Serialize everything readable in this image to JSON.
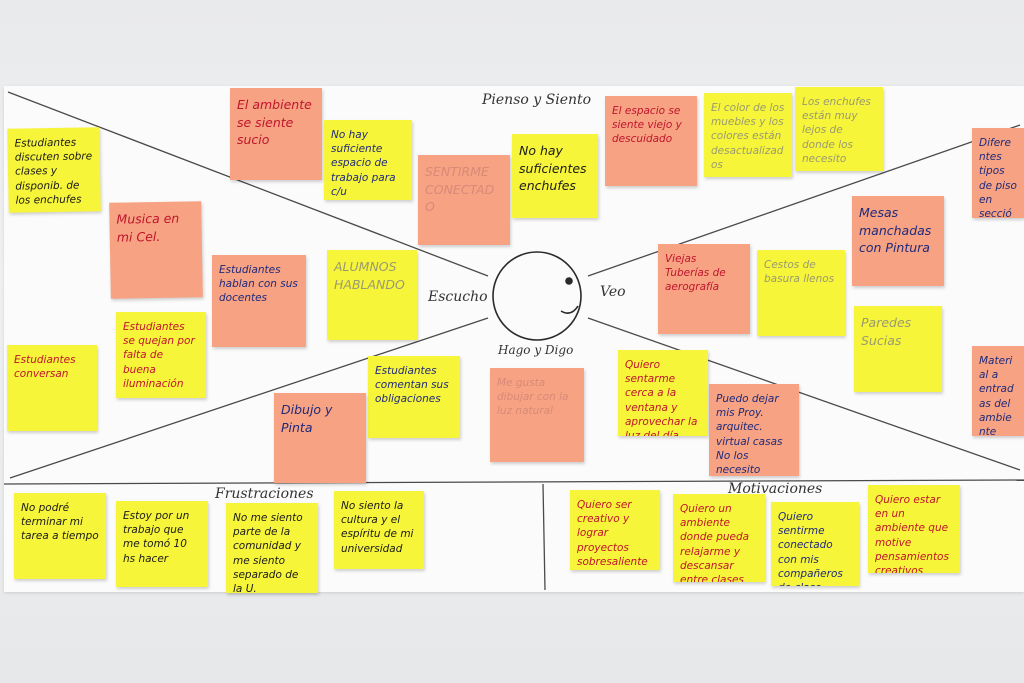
{
  "board": {
    "labels": {
      "think_feel": "Pienso y Siento",
      "hear": "Escucho",
      "see": "Veo",
      "say_do": "Hago y Digo",
      "frustrations": "Frustraciones",
      "motivations": "Motivaciones"
    },
    "colors": {
      "yellow_note": "#f7f53a",
      "orange_note": "#f6a283",
      "board": "#fbfbfb",
      "ink_black": "#1b1b1b",
      "ink_blue": "#1f2a7a",
      "ink_red": "#c0152c"
    }
  },
  "notes": {
    "n01": "Estudiantes discuten sobre clases y disponib. de los enchufes",
    "n02": "El ambiente se siente sucio",
    "n03": "No hay suficiente espacio de trabajo para c/u",
    "n04": "SENTIRME CONECTADO",
    "n05": "No hay suficientes enchufes",
    "n06": "El espacio se siente viejo y descuidado",
    "n07": "El color de los muebles y los colores están desactualizados",
    "n08": "Los enchufes están muy lejos de donde los necesito",
    "n09": "Diferentes tipos de piso en sección del ambiente",
    "n10": "Musica en mi Cel.",
    "n11": "Estudiantes hablan con sus docentes",
    "n12": "ALUMNOS HABLANDO",
    "n13": "Mesas manchadas con Pintura",
    "n14": "Viejas Tuberías de aerografía",
    "n15": "Cestos de basura llenos",
    "n16": "Estudiantes se quejan por falta de buena iluminación",
    "n17": "Estudiantes conversan",
    "n18": "Paredes Sucias",
    "n19": "Material a entradas del ambiente",
    "n20": "Estudiantes comentan sus obligaciones",
    "n21": "Me gusta dibujar con la luz natural",
    "n22": "Quiero sentarme cerca a la ventana y aprovechar la luz del día",
    "n23": "Puedo dejar mis Proy. arquitec. virtual casas No los necesito",
    "n24": "Dibujo y Pinta",
    "n25": "No podré terminar mi tarea a tiempo",
    "n26": "Estoy por un trabajo que me tomó 10 hs hacer",
    "n27": "No me siento parte de la comunidad y me siento separado de la U.",
    "n28": "No siento la cultura y el espíritu de mi universidad",
    "n29": "Quiero ser creativo y lograr proyectos sobresalientes",
    "n30": "Quiero un ambiente donde pueda relajarme y descansar entre clases",
    "n31": "Quiero sentirme conectado con mis compañeros de clase",
    "n32": "Quiero estar en un ambiente que motive pensamientos creativos"
  }
}
